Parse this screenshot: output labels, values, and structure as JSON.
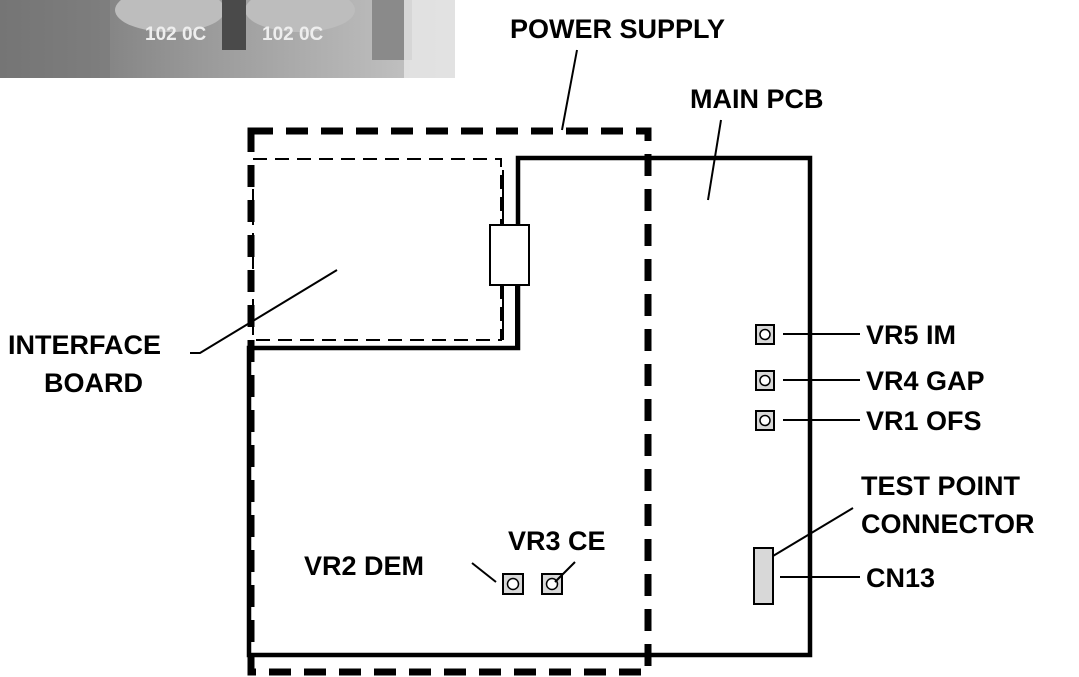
{
  "labels": {
    "power_supply": "POWER SUPPLY",
    "main_pcb": "MAIN PCB",
    "interface_board_line1": "INTERFACE",
    "interface_board_line2": "BOARD",
    "vr5": "VR5 IM",
    "vr4": "VR4 GAP",
    "vr1": "VR1 OFS",
    "test_point_line1": "TEST POINT",
    "test_point_line2": "CONNECTOR",
    "cn13": "CN13",
    "vr2": "VR2 DEM",
    "vr3": "VR3 CE"
  },
  "inset_photo": {
    "chip_label_1": "102 0C",
    "chip_label_2": "102 0C"
  },
  "colors": {
    "line": "#000000",
    "component_fill": "#d8d8d8",
    "background": "#ffffff"
  }
}
